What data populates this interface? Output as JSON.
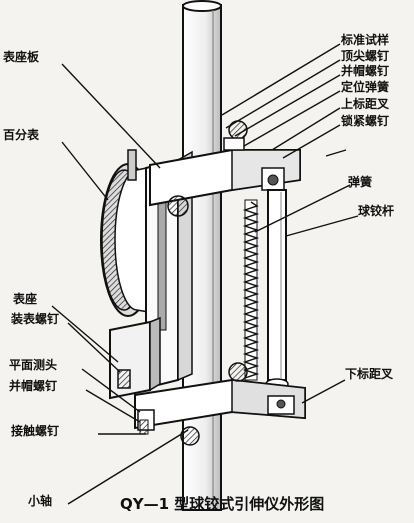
{
  "caption": "QY—1 型球铰式引伸仪外形图",
  "labels": {
    "biaozuoban": "表座板",
    "baifenbiao": "百分表",
    "biaozuo": "表座",
    "zhuangbiao_luoding": "装表螺钉",
    "pingmian_cetou": "平面测头",
    "bingmao_luoding_left": "并帽螺钉",
    "jiechu_luoding": "接触螺钉",
    "xiaozhou": "小轴",
    "biaozhun_shiyang": "标准试样",
    "dingjian_luoding": "顶尖螺钉",
    "bingmao_luoding_right": "并帽螺钉",
    "dingwei_tanhuang": "定位弹簧",
    "shang_biaojuca": "上标距叉",
    "suojin_luoding": "锁紧螺钉",
    "tanhuang": "弹簧",
    "qiujiaogan": "球铰杆",
    "xia_biaojuca": "下标距叉"
  }
}
